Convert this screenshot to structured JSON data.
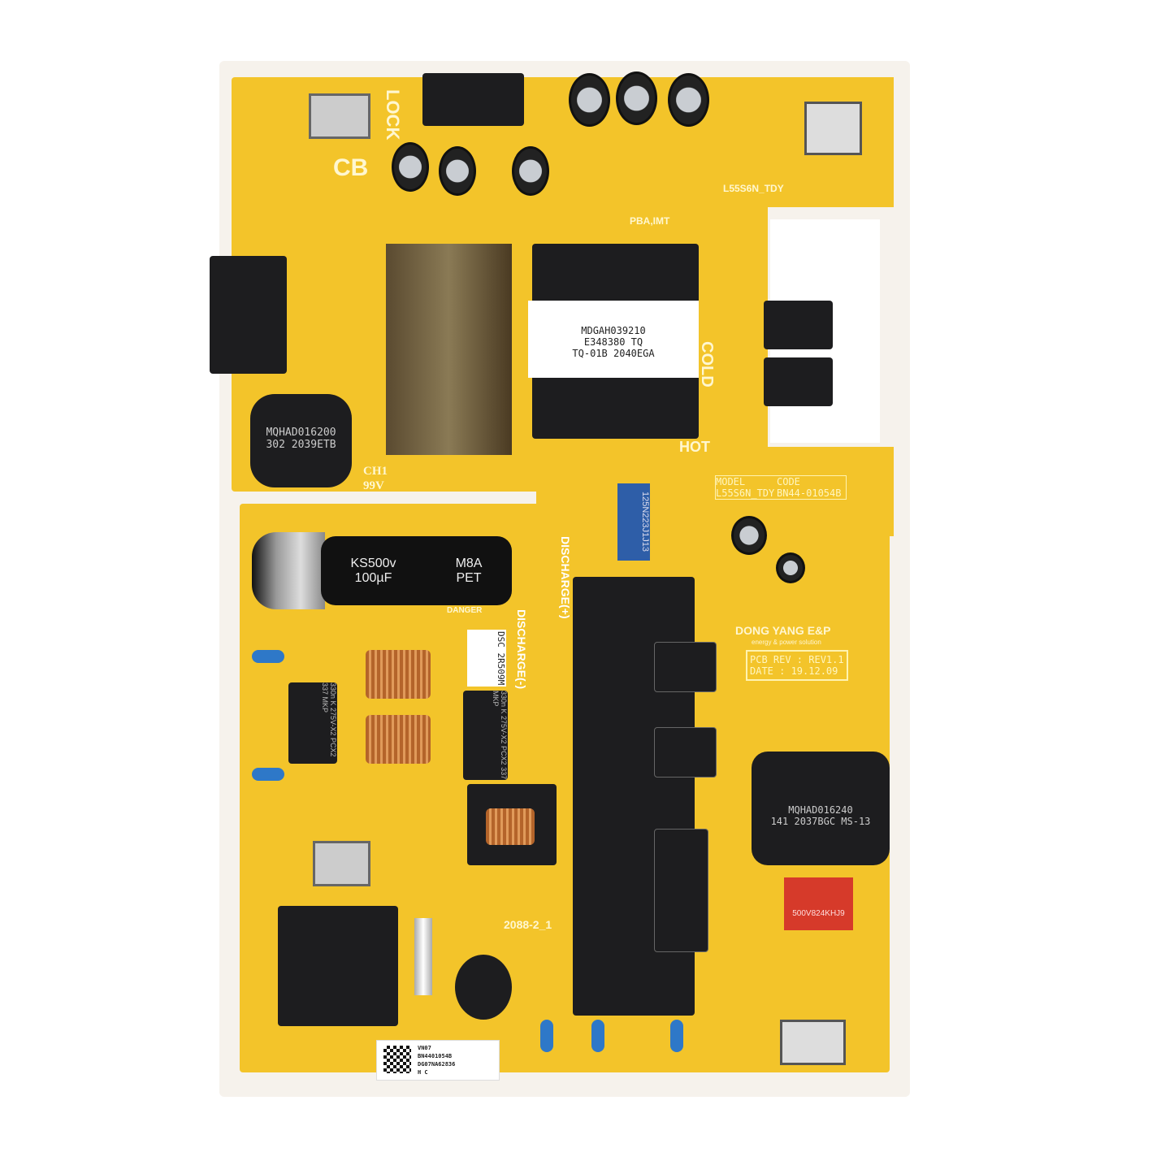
{
  "silkscreen": {
    "lock": "LOCK",
    "cb": "CB",
    "pba": "PBA,IMT",
    "model_top": "L55S6N_TDY",
    "cold": "COLD",
    "hot": "HOT",
    "ch1": "CH1",
    "voltage": "99V",
    "discharge_plus": "DISCHARGE(+)",
    "discharge_minus": "DISCHARGE(-)",
    "danger": "DANGER",
    "code_2088": "2088-2_1"
  },
  "transformer": {
    "line1": "MDGAH039210",
    "line2": "E348380 TQ",
    "line3": "TQ-01B 2040EGA"
  },
  "inductor_left": {
    "line1": "MQHAD016200",
    "line2": "302 2039ETB"
  },
  "inductor_right": {
    "line1": "MQHAD016240",
    "line2": "141 2037BGC MS-13"
  },
  "bulk_capacitor": {
    "line1": "KS500v",
    "line2": "100µF",
    "line3": "M8A",
    "line4": "PET"
  },
  "model_box": {
    "model_label": "MODEL",
    "code_label": "CODE",
    "model": "L55S6N_TDY",
    "code": "BN44-01054B"
  },
  "manufacturer": {
    "name": "DONG YANG E&P",
    "tagline": "energy & power solution"
  },
  "pcb_info": {
    "rev": "PCB REV : REV1.1",
    "date": "DATE : 19.12.09"
  },
  "blue_cap_text": "125N223J1J13",
  "dsc_text": "DSC 2R509M",
  "red_cap_text": "500V824KHJ9",
  "x_caps": [
    "330n K 275V-X2 PCX2 337 MKP",
    "330n K 275V-X2 PCX2 337 MKP"
  ],
  "sticker": {
    "line1": "VN07",
    "line2": "BN4401054B",
    "line3": "DG07NA62836",
    "line4": "H C"
  },
  "colors": {
    "pcb": "#f3c42a",
    "board_edge": "#f6f2ec",
    "component": "#1d1d1f",
    "y_cap": "#2e78c8"
  }
}
